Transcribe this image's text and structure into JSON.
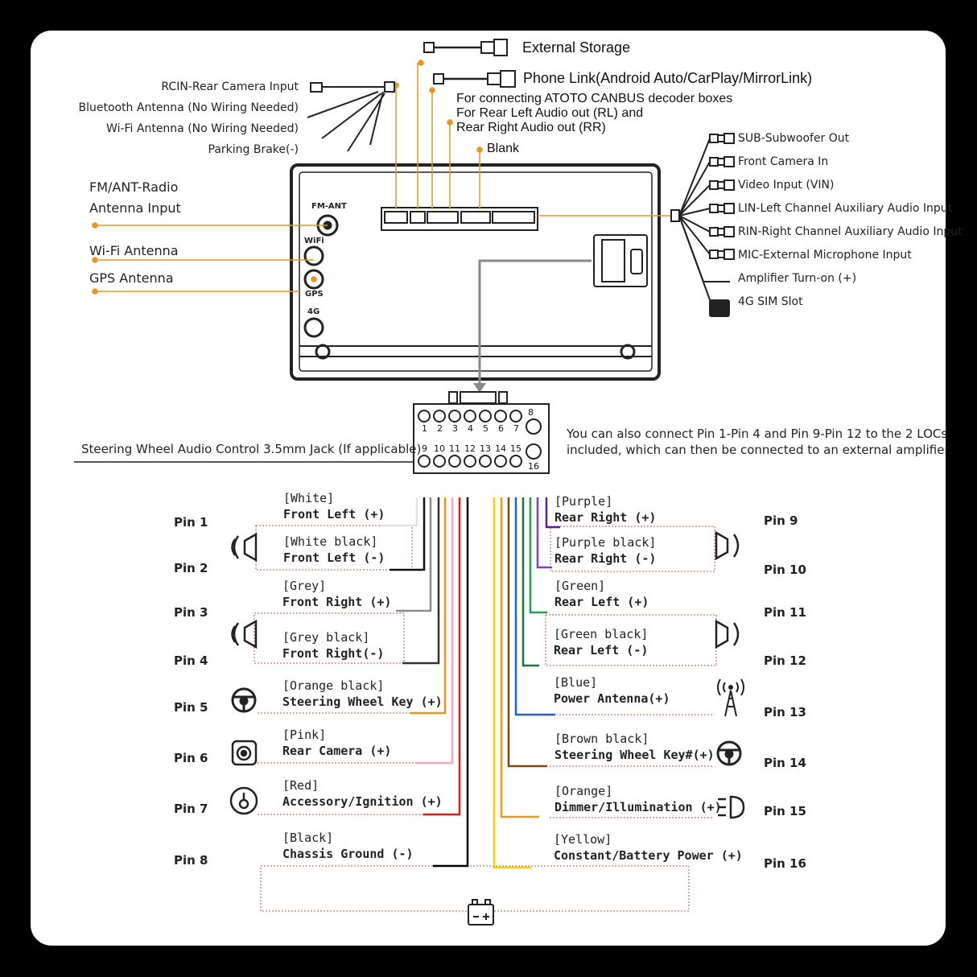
{
  "top_connectors": {
    "external_storage": "External Storage",
    "phone_link": "Phone Link(Android Auto/CarPlay/MirrorLink)",
    "canbus_note": [
      "For connecting ATOTO CANBUS decoder boxes",
      "For Rear Left Audio out (RL) and",
      "Rear Right Audio out (RR)"
    ],
    "blank": "Blank"
  },
  "left_top_labels": [
    "RCIN-Rear Camera Input",
    "Bluetooth Antenna (No Wiring Needed)",
    "Wi-Fi Antenna (No Wiring Needed)",
    "Parking Brake(-)"
  ],
  "left_antenna_labels": {
    "fm_line1": "FM/ANT-Radio",
    "fm_line2": "Antenna Input",
    "wifi": "Wi-Fi Antenna",
    "gps": "GPS Antenna"
  },
  "unit_port_labels": {
    "fm_ant": "FM-ANT",
    "wifi": "WiFi",
    "gps": "GPS",
    "lte": "4G"
  },
  "right_labels": [
    "SUB-Subwoofer Out",
    "Front Camera In",
    "Video Input  (VIN)",
    "LIN-Left Channel Auxiliary Audio Input",
    "RIN-Right Channel Auxiliary Audio Input",
    "MIC-External Microphone Input",
    "Amplifier Turn-on (+)",
    "4G SIM Slot"
  ],
  "connector": {
    "top_numbers": [
      "1",
      "2",
      "3",
      "4",
      "5",
      "6",
      "7",
      "8"
    ],
    "bottom_numbers": [
      "9",
      "10",
      "11",
      "12",
      "13",
      "14",
      "15",
      "16"
    ],
    "steering_jack_label": "Steering Wheel Audio Control 3.5mm Jack (If applicable)",
    "loc_note": [
      "You can also connect Pin 1-Pin 4 and Pin 9-Pin 12 to the 2 LOCs",
      "included, which can then be connected to an external amplifier."
    ]
  },
  "left_pins": [
    {
      "pin": "Pin 1",
      "color_name": "[White]",
      "function": "Front Left (+)",
      "wire_color": "#e2e2e2"
    },
    {
      "pin": "Pin 2",
      "color_name": "[White black]",
      "function": "Front Left (-)",
      "wire_color": "#111111"
    },
    {
      "pin": "Pin 3",
      "color_name": "[Grey]",
      "function": "Front Right (+)",
      "wire_color": "#8a8a8a"
    },
    {
      "pin": "Pin 4",
      "color_name": "[Grey black]",
      "function": "Front Right(-)",
      "wire_color": "#333333"
    },
    {
      "pin": "Pin 5",
      "color_name": "[Orange black]",
      "function": "Steering Wheel Key (+)",
      "wire_color": "#e8961c"
    },
    {
      "pin": "Pin 6",
      "color_name": "[Pink]",
      "function": "Rear Camera (+)",
      "wire_color": "#f4a9bd"
    },
    {
      "pin": "Pin 7",
      "color_name": "[Red]",
      "function": "Accessory/Ignition (+)",
      "wire_color": "#d42020"
    },
    {
      "pin": "Pin 8",
      "color_name": "[Black]",
      "function": "Chassis Ground (-)",
      "wire_color": "#000000"
    }
  ],
  "right_pins": [
    {
      "pin": "Pin 9",
      "color_name": "[Purple]",
      "function": "Rear Right (+)",
      "wire_color": "#5a1fa0"
    },
    {
      "pin": "Pin 10",
      "color_name": "[Purple black]",
      "function": "Rear Right (-)",
      "wire_color": "#7b3fc8"
    },
    {
      "pin": "Pin 11",
      "color_name": "[Green]",
      "function": "Rear Left (+)",
      "wire_color": "#1fa04a"
    },
    {
      "pin": "Pin 12",
      "color_name": "[Green black]",
      "function": "Rear Left (-)",
      "wire_color": "#137a34"
    },
    {
      "pin": "Pin 13",
      "color_name": "[Blue]",
      "function": "Power Antenna(+)",
      "wire_color": "#1f5fd0"
    },
    {
      "pin": "Pin 14",
      "color_name": "[Brown black]",
      "function": "Steering Wheel Key#(+)",
      "wire_color": "#7a4a10"
    },
    {
      "pin": "Pin 15",
      "color_name": "[Orange]",
      "function": "Dimmer/Illumination (+)",
      "wire_color": "#f09a14"
    },
    {
      "pin": "Pin 16",
      "color_name": "[Yellow]",
      "function": "Constant/Battery Power (+)",
      "wire_color": "#f6d100"
    }
  ],
  "colors": {
    "accent": "#e8961c",
    "background": "#000000",
    "card": "#ffffff",
    "guide": "#c0564a"
  }
}
